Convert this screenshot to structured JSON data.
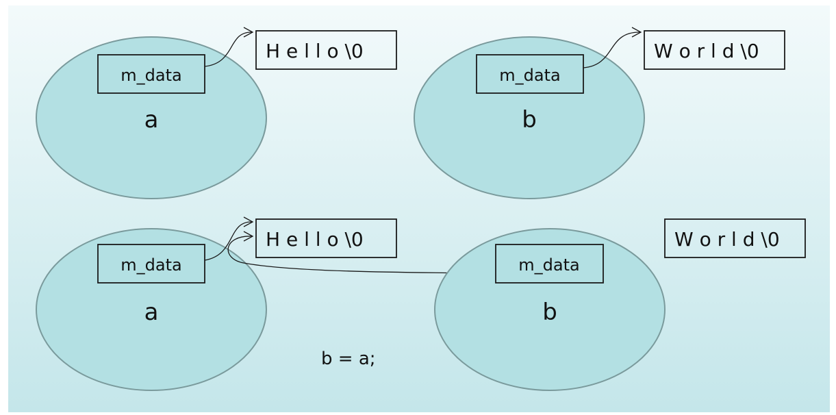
{
  "colors": {
    "background_top": "#f3fafb",
    "background_bottom": "#c4e6ea",
    "object_fill": "#b3e0e3",
    "object_stroke": "#7a9a9c",
    "box_stroke": "#1a1a1a",
    "text": "#111111"
  },
  "before": {
    "object_a": {
      "label": "a",
      "field": "m_data"
    },
    "object_b": {
      "label": "b",
      "field": "m_data"
    },
    "string_a": "H e l l o \\0",
    "string_b": "W o r l d \\0"
  },
  "after": {
    "object_a": {
      "label": "a",
      "field": "m_data"
    },
    "object_b": {
      "label": "b",
      "field": "m_data"
    },
    "string_a": "H e l l o \\0",
    "string_b": "W o r l d \\0",
    "code": "b = a;"
  }
}
